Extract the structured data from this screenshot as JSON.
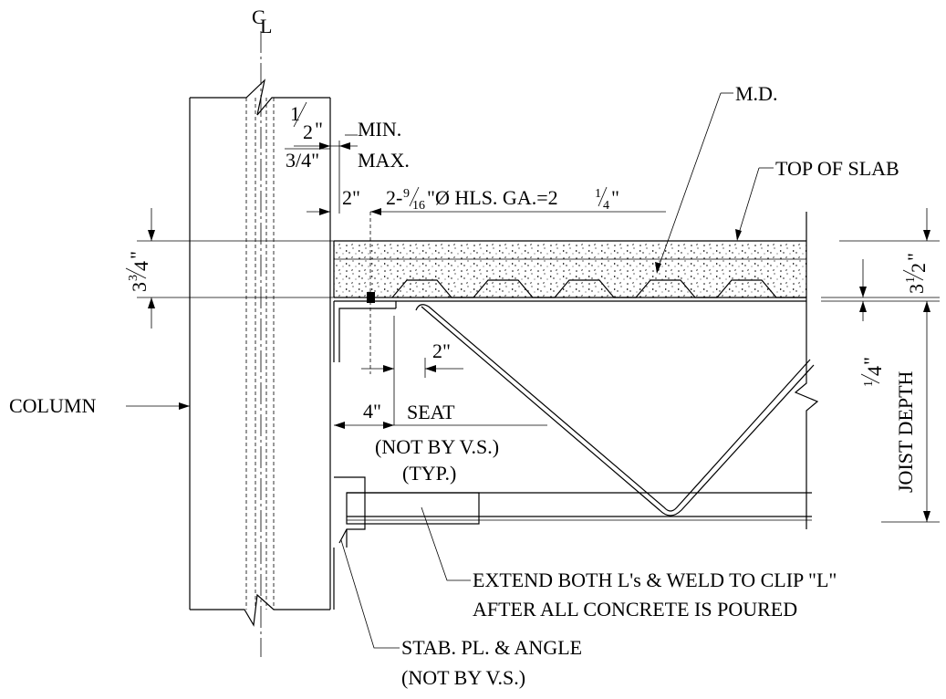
{
  "labels": {
    "cl_c": "C",
    "cl_l": "L",
    "min_num": "1",
    "min_den": "2",
    "min_inch": "\"",
    "min_text": "MIN.",
    "max_val": "3/4\"",
    "max_text": "MAX.",
    "two_in": "2\"",
    "holes_a": "2-",
    "holes_num": "9",
    "holes_den": "16",
    "holes_b": "\"Ø HLS. GA.=2",
    "holes_fnum": "1",
    "holes_fden": "4",
    "holes_inch": "\"",
    "md": "M.D.",
    "top_of_slab": "TOP OF SLAB",
    "left_dim_whole": "3",
    "left_dim_num": "3",
    "left_dim_den": "4",
    "left_dim_inch": "\"",
    "right_dim_whole": "3",
    "right_dim_num": "1",
    "right_dim_den": "2",
    "right_dim_inch": "\"",
    "quarter_num": "1",
    "quarter_den": "4",
    "quarter_inch": "\"",
    "joist_depth": "JOIST DEPTH",
    "column": "COLUMN",
    "two_in_b": "2\"",
    "four_in": "4\"",
    "seat": "SEAT",
    "not_by_vs": "(NOT BY V.S.)",
    "typ": "(TYP.)",
    "extend_line1": "EXTEND BOTH L's & WELD TO CLIP \"L\"",
    "extend_line2": "AFTER ALL CONCRETE IS POURED",
    "stab_line1": "STAB. PL. & ANGLE",
    "stab_line2": "(NOT BY V.S.)"
  }
}
